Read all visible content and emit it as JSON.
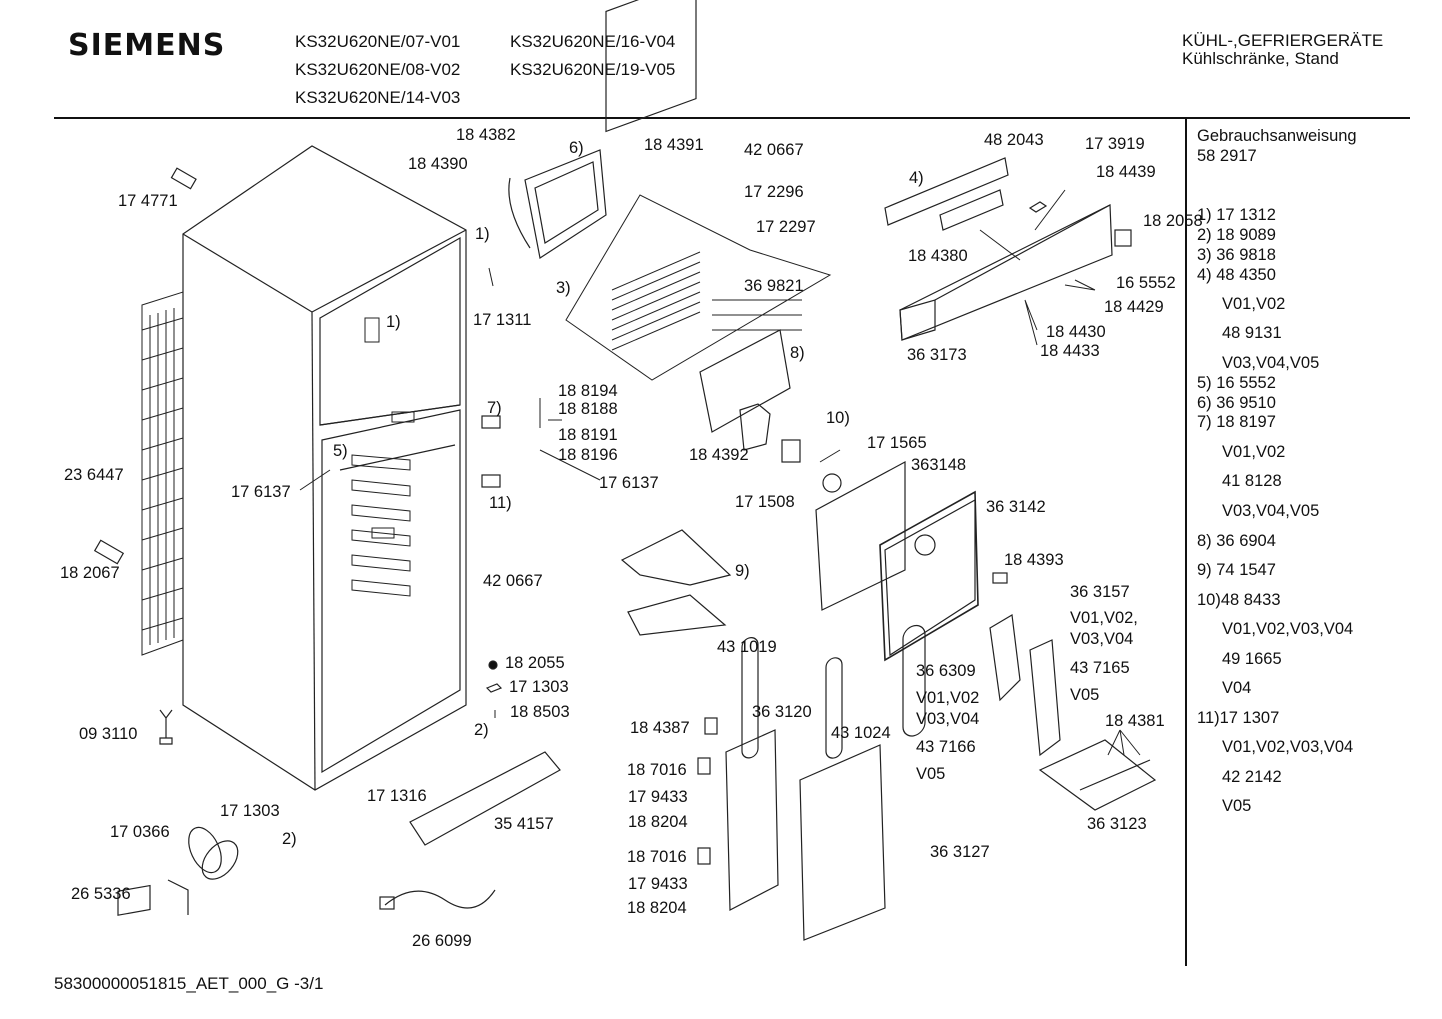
{
  "header": {
    "brand": "SIEMENS",
    "models": [
      "KS32U620NE/07-V01",
      "KS32U620NE/08-V02",
      "KS32U620NE/14-V03",
      "KS32U620NE/16-V04",
      "KS32U620NE/19-V05"
    ],
    "category": "KÜHL-,GEFRIERGERÄTE",
    "subcategory": "Kühlschränke, Stand"
  },
  "sidebar": {
    "manual_label": "Gebrauchsanweisung",
    "manual_number": "58 2917",
    "lines": [
      "1)  17 1312",
      "2)  18 9089",
      "3)  36 9818",
      "4)  48 4350",
      "V01,V02",
      "48 9131",
      "V03,V04,V05",
      "5)  16 5552",
      "6)  36 9510",
      "7)  18 8197",
      "V01,V02",
      "41 8128",
      "V03,V04,V05",
      "8)  36 6904",
      "9)  74 1547",
      "10)48 8433",
      "V01,V02,V03,V04",
      "49 1665",
      "V04",
      "11)17 1307",
      "V01,V02,V03,V04",
      "42 2142",
      "V05"
    ]
  },
  "parts": [
    "18 4382",
    "6)",
    "18 4390",
    "18 4391",
    "42 0667",
    "17 2296",
    "17 2297",
    "1)",
    "17 1311",
    "3)",
    "36 9821",
    "8)",
    "48 2043",
    "17 3919",
    "4)",
    "18 4439",
    "18 2058",
    "18 4380",
    "16 5552",
    "18 4429",
    "36 3173",
    "18 4430",
    "18 4433",
    "17 4771",
    "1)",
    "23 6447",
    "5)",
    "17 6137",
    "18 2067",
    "18 8194",
    "7)",
    "18 8188",
    "18 8191",
    "18 8196",
    "17 6137",
    "11)",
    "10)",
    "17 1565",
    "18 4392",
    "363148",
    "17 1508",
    "36 3142",
    "42 0667",
    "9)",
    "43 1019",
    "18 4393",
    "36 3157",
    "V01,V02,",
    "V03,V04",
    "36 6309",
    "43 7165",
    "V01,V02",
    "V05",
    "V03,V04",
    "18 2055",
    "17 1303",
    "18 8503",
    "2)",
    "09 3110",
    "18 4387",
    "36 3120",
    "43 1024",
    "43 7166",
    "V05",
    "18 4381",
    "18 7016",
    "17 9433",
    "18 8204",
    "18 7016",
    "17 9433",
    "18 8204",
    "36 3127",
    "36 3123",
    "17 1303",
    "17 1316",
    "35 4157",
    "2)",
    "17 0366",
    "26 5336",
    "26 6099"
  ],
  "footer": {
    "doc_id": "58300000051815_AET_000_G",
    "page": "-3/1"
  }
}
